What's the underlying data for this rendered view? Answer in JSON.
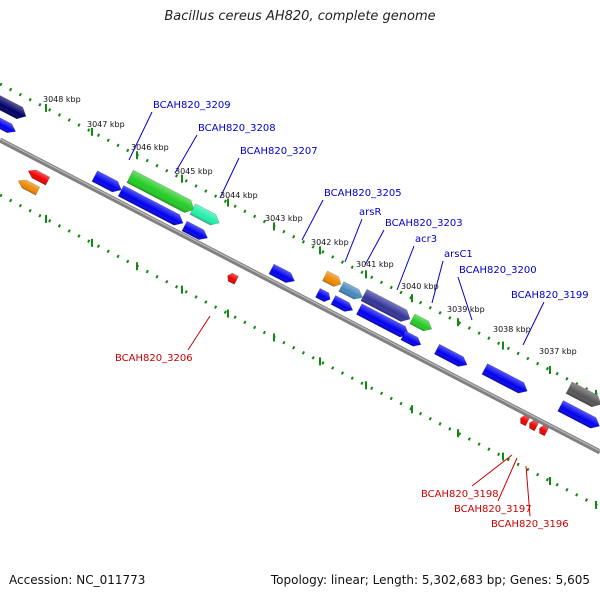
{
  "title": "Bacillus cereus AH820, complete genome",
  "footer": {
    "accession": "Accession: NC_011773",
    "topology": "Topology: linear; Length: 5,302,683 bp; Genes: 5,605"
  },
  "colors": {
    "label_forward": "#0000cc",
    "label_reverse": "#cc0000",
    "tick": "#118811",
    "backbone": "#808080"
  },
  "kbp_labels": [
    {
      "pos": 3048,
      "text": "3048 kbp"
    },
    {
      "pos": 3047,
      "text": "3047 kbp"
    },
    {
      "pos": 3046,
      "text": "3046 kbp"
    },
    {
      "pos": 3045,
      "text": "3045 kbp"
    },
    {
      "pos": 3044,
      "text": "3044 kbp"
    },
    {
      "pos": 3043,
      "text": "3043 kbp"
    },
    {
      "pos": 3042,
      "text": "3042 kbp"
    },
    {
      "pos": 3041,
      "text": "3041 kbp"
    },
    {
      "pos": 3040,
      "text": "3040 kbp"
    },
    {
      "pos": 3039,
      "text": "3039 kbp"
    },
    {
      "pos": 3038,
      "text": "3038 kbp"
    },
    {
      "pos": 3037,
      "text": "3037 kbp"
    }
  ],
  "gene_labels": [
    {
      "text": "BCAH820_3209",
      "strand": "forward"
    },
    {
      "text": "BCAH820_3208",
      "strand": "forward"
    },
    {
      "text": "BCAH820_3207",
      "strand": "forward"
    },
    {
      "text": "BCAH820_3205",
      "strand": "forward"
    },
    {
      "text": "arsR",
      "strand": "forward"
    },
    {
      "text": "BCAH820_3203",
      "strand": "forward"
    },
    {
      "text": "acr3",
      "strand": "forward"
    },
    {
      "text": "arsC1",
      "strand": "forward"
    },
    {
      "text": "BCAH820_3200",
      "strand": "forward"
    },
    {
      "text": "BCAH820_3199",
      "strand": "forward"
    },
    {
      "text": "BCAH820_3206",
      "strand": "reverse"
    },
    {
      "text": "BCAH820_3198",
      "strand": "reverse"
    },
    {
      "text": "BCAH820_3197",
      "strand": "reverse"
    },
    {
      "text": "BCAH820_3196",
      "strand": "reverse"
    }
  ],
  "features": [
    {
      "name": "gene-3209",
      "color": "#0000ee"
    },
    {
      "name": "gene-3208",
      "color": "#22cc22"
    },
    {
      "name": "gene-3207",
      "color": "#22eeaa"
    },
    {
      "name": "gene-3205",
      "color": "#ee8800"
    },
    {
      "name": "gene-arsR",
      "color": "#4488bb"
    },
    {
      "name": "gene-3203",
      "color": "#333399"
    },
    {
      "name": "gene-acr3",
      "color": "#22cc22"
    },
    {
      "name": "gene-arsC1",
      "color": "#0000ee"
    },
    {
      "name": "gene-3200",
      "color": "#0000ee"
    },
    {
      "name": "gene-3199",
      "color": "#0000ee"
    },
    {
      "name": "gene-top-left",
      "color": "#000066"
    },
    {
      "name": "gene-right-gray",
      "color": "#555555"
    },
    {
      "name": "gene-reverse-3206",
      "color": "#ee0000"
    },
    {
      "name": "gene-reverse-3198",
      "color": "#ee0000"
    }
  ]
}
